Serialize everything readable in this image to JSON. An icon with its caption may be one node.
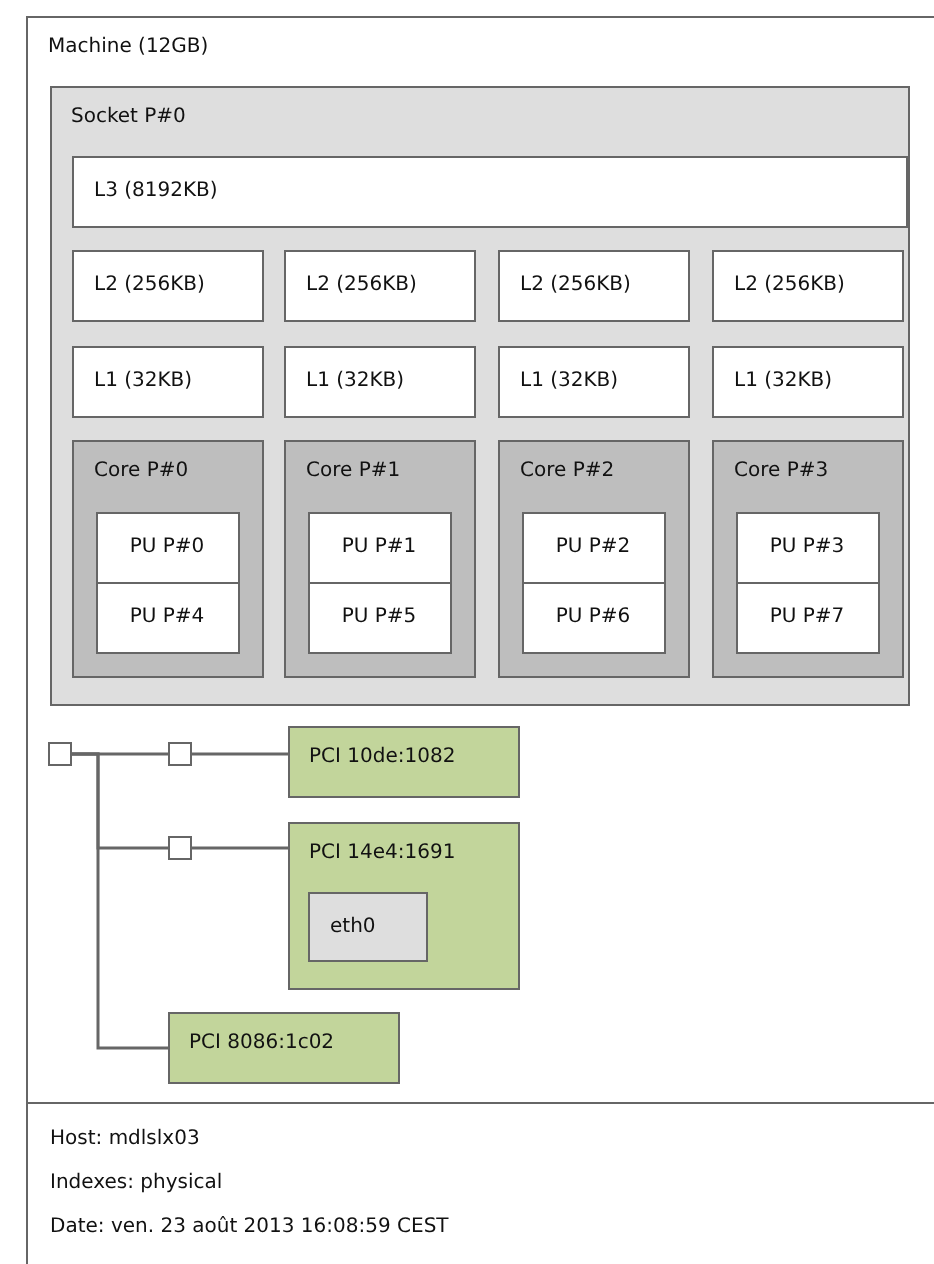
{
  "diagram": {
    "nodes": [
      {
        "text": [
          "Machine (12GB)"
        ]
      },
      {
        "text": [
          "Socket P#0"
        ],
        "in": 0
      },
      {
        "text": [
          "L3 (8192KB)"
        ],
        "in": 1
      },
      {
        "text": [
          "L2 (256KB)"
        ],
        "in": 1
      },
      {
        "text": [
          "L2 (256KB)"
        ],
        "in": 1
      },
      {
        "text": [
          "L2 (256KB)"
        ],
        "in": 1
      },
      {
        "text": [
          "L2 (256KB)"
        ],
        "in": 1
      },
      {
        "text": [
          "L1 (32KB)"
        ],
        "in": 1
      },
      {
        "text": [
          "L1 (32KB)"
        ],
        "in": 1
      },
      {
        "text": [
          "L1 (32KB)"
        ],
        "in": 1
      },
      {
        "text": [
          "L1 (32KB)"
        ],
        "in": 1
      },
      {
        "text": [
          "Core P#0"
        ],
        "in": 1
      },
      {
        "text": [
          "PU P#0"
        ],
        "in": 11
      },
      {
        "text": [
          "PU P#4"
        ],
        "in": 11
      },
      {
        "text": [
          "Core P#1"
        ],
        "in": 1
      },
      {
        "text": [
          "PU P#1"
        ],
        "in": 14
      },
      {
        "text": [
          "PU P#5"
        ],
        "in": 14
      },
      {
        "text": [
          "Core P#2"
        ],
        "in": 1
      },
      {
        "text": [
          "PU P#2"
        ],
        "in": 17
      },
      {
        "text": [
          "PU P#6"
        ],
        "in": 17
      },
      {
        "text": [
          "Core P#3"
        ],
        "in": 1
      },
      {
        "text": [
          "PU P#3"
        ],
        "in": 20
      },
      {
        "text": [
          "PU P#7"
        ],
        "in": 20
      },
      {
        "text": [],
        "shape": "box",
        "in": 0
      },
      {
        "text": [],
        "shape": "box",
        "in": 0
      },
      {
        "text": [
          "PCI 10de:1082"
        ],
        "in": 0
      },
      {
        "text": [],
        "shape": "box",
        "in": 0
      },
      {
        "text": [
          "PCI 14e4:1691"
        ],
        "in": 0
      },
      {
        "text": [
          "eth0"
        ],
        "in": 27
      },
      {
        "text": [
          "PCI 8086:1c02"
        ],
        "in": 0
      }
    ],
    "edges": [
      {
        "from": 23,
        "to": 24,
        "arrow": "none"
      },
      {
        "from": 24,
        "to": 25,
        "arrow": "none"
      },
      {
        "from": 23,
        "to": 26,
        "arrow": "none"
      },
      {
        "from": 26,
        "to": 27,
        "arrow": "none"
      },
      {
        "from": 23,
        "to": 29,
        "arrow": "none"
      }
    ],
    "labels": [
      "Host: mdlslx03",
      "Indexes: physical",
      "Date: ven. 23 août 2013 16:08:59 CEST"
    ]
  }
}
